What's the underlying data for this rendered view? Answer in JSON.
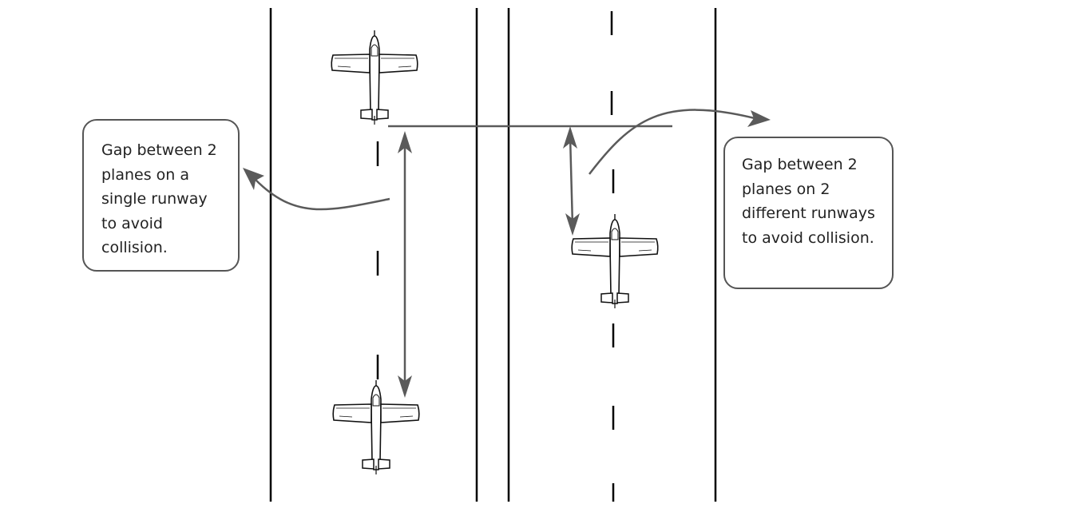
{
  "callouts": {
    "single_runway": "Gap between 2 planes on a single runway to avoid collision.",
    "two_runways": "Gap between 2 planes on 2 different runways to avoid collision."
  },
  "colors": {
    "runway_edge": "#000000",
    "annotation": "#5a5a5a",
    "callout_border": "#555555",
    "text": "#222222"
  },
  "icons": [
    "airplane-icon",
    "double-arrow",
    "curved-arrow"
  ]
}
